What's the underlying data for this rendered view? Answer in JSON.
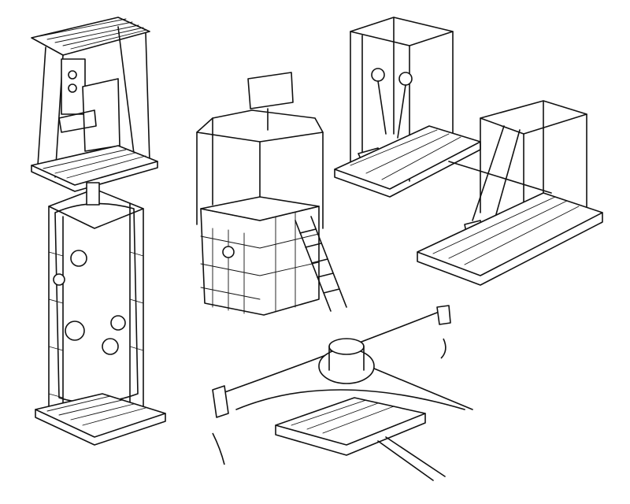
{
  "illustration": {
    "style": "black ink line drawing",
    "colors": {
      "ink": "#111111",
      "paper": "#ffffff"
    },
    "objects": [
      {
        "id": "roofed-control-station"
      },
      {
        "id": "cylinder-tank-tower"
      },
      {
        "id": "ibc-water-tank-with-ladder"
      },
      {
        "id": "pulley-exercise-frame"
      },
      {
        "id": "pedal-swing-frame"
      },
      {
        "id": "rotating-arm-carousel"
      }
    ]
  }
}
